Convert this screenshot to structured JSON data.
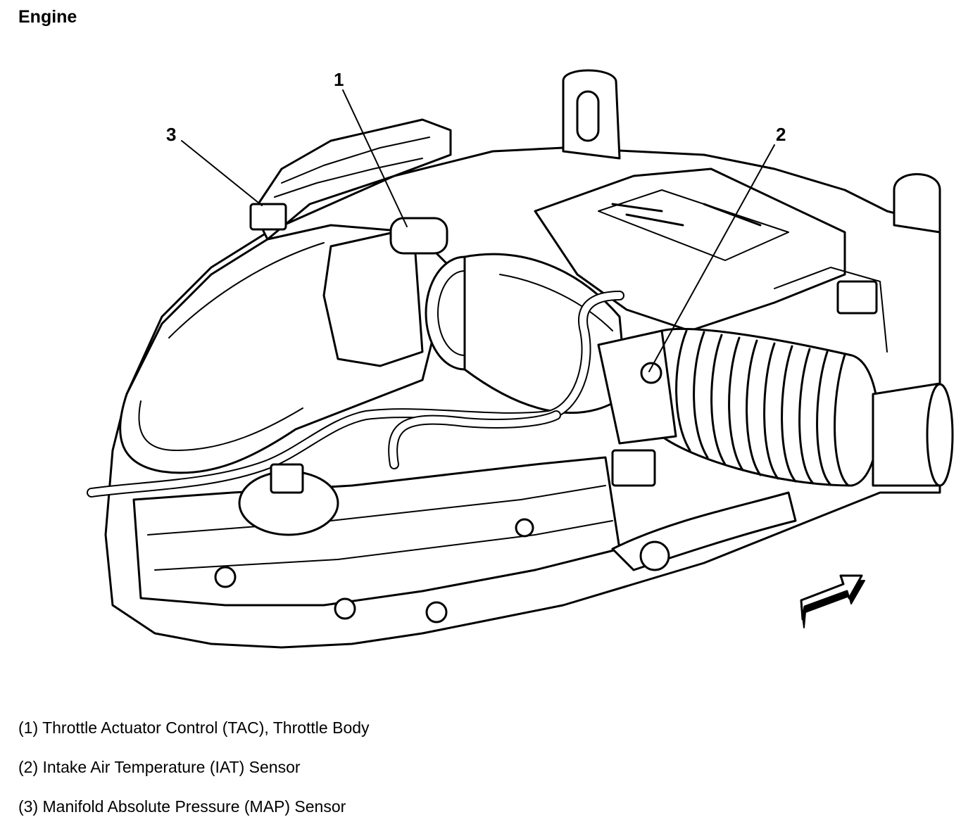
{
  "title": "Engine",
  "callouts": [
    {
      "number": "1",
      "description": "Throttle Actuator Control (TAC), Throttle Body"
    },
    {
      "number": "2",
      "description": "Intake Air Temperature (IAT) Sensor"
    },
    {
      "number": "3",
      "description": "Manifold Absolute Pressure (MAP) Sensor"
    }
  ],
  "legend": [
    "(1) Throttle Actuator Control (TAC), Throttle Body",
    "(2) Intake Air Temperature (IAT) Sensor",
    "(3) Manifold Absolute Pressure (MAP) Sensor"
  ]
}
